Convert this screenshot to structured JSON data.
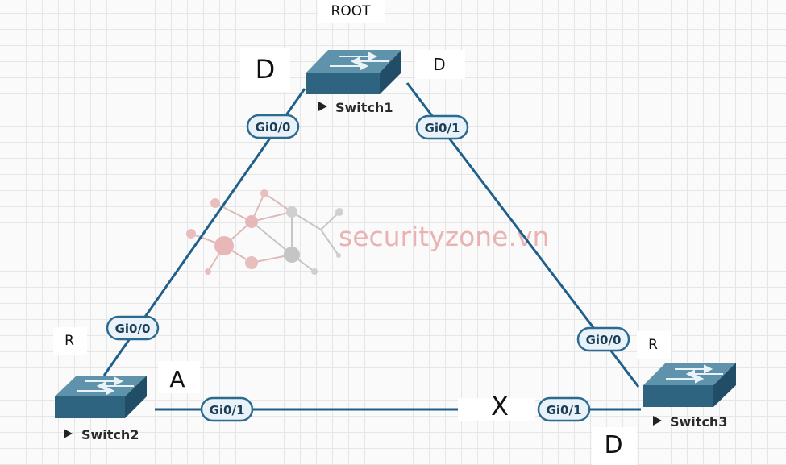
{
  "root_label": "ROOT",
  "switches": {
    "switch1": {
      "name": "Switch1"
    },
    "switch2": {
      "name": "Switch2"
    },
    "switch3": {
      "name": "Switch3"
    }
  },
  "ports": {
    "s1_gi00": "Gi0/0",
    "s1_gi01": "Gi0/1",
    "s2_gi00": "Gi0/0",
    "s2_gi01": "Gi0/1",
    "s3_gi00": "Gi0/0",
    "s3_gi01": "Gi0/1"
  },
  "roles": {
    "s1_left": "D",
    "s1_right": "D",
    "s2_top": "R",
    "s2_right": "A",
    "s3_top": "R",
    "s3_left": "X",
    "s3_bottom": "D"
  },
  "watermark": "securityzone.vn",
  "colors": {
    "link": "#1f5f8b",
    "switch_top": "#5f93ab",
    "switch_front": "#2f6481",
    "switch_side": "#214d66",
    "port_border": "#2c6b8f",
    "watermark": "#e9b3b3"
  }
}
